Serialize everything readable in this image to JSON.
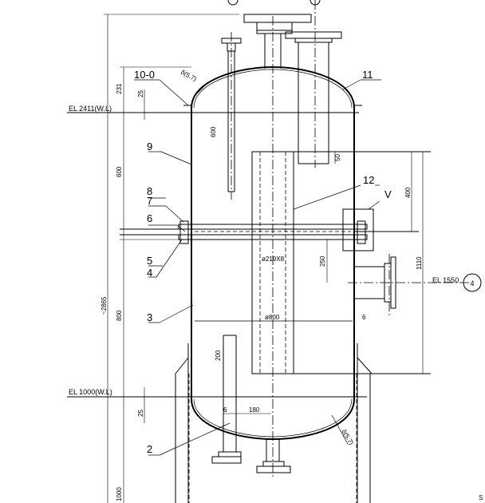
{
  "drawing": {
    "elevations": [
      {
        "id": "el-top",
        "text": "EL 2411(W.L)"
      },
      {
        "id": "el-bottom",
        "text": "EL 1000(W.L)"
      },
      {
        "id": "el-nozzle",
        "text": "EL 1550"
      }
    ],
    "part_labels": {
      "p10": "10-0",
      "p11": "11",
      "p9": "9",
      "p8": "8",
      "p7": "7",
      "p6": "6",
      "p5": "5",
      "p4": "4",
      "p3": "3",
      "p2": "2",
      "p12": "12",
      "pv": "V"
    },
    "dimensions": {
      "d231": "231",
      "d25a": "25",
      "d600a": "600",
      "d800": "800",
      "d2865": "~2865",
      "d1000": "1000",
      "d25b": "25",
      "d600b": "600",
      "d50": "50",
      "d400": "400",
      "d250": "250",
      "d1110": "1110",
      "d200": "200",
      "d180": "180",
      "d6a": "6",
      "d6b": "6",
      "dia219": "ø219X8",
      "dia800": "ø800",
      "thk_top": "δ(5.7)",
      "thk_bot": "δ(5.7)"
    },
    "callout": "4",
    "corner_mark": "S"
  }
}
